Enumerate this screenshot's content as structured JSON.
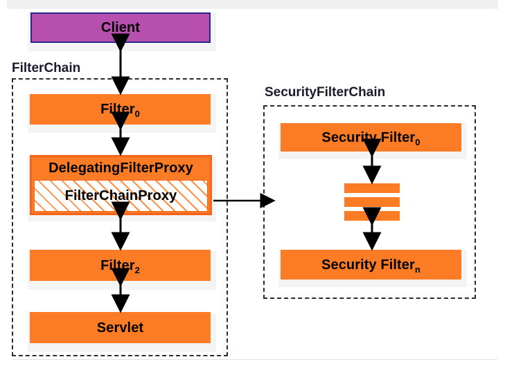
{
  "diagram": {
    "title_client": "Client",
    "groups": [
      {
        "key": "filterchain",
        "label": "FilterChain"
      },
      {
        "key": "securityfilterchain",
        "label": "SecurityFilterChain"
      }
    ],
    "colors": {
      "filter_orange": "#fb7c24",
      "filter_orange_border": "#f4641a",
      "client_purple": "#b64fae",
      "client_border": "#26278c",
      "shadow_gray": "#c2c2c2",
      "frame_dash": "#2b2b2b",
      "page_band": "#f0f0f0",
      "hatch_fill": "#ffffff"
    },
    "left_column": {
      "client": "Client",
      "filter0_base": "Filter",
      "filter0_sub": "0",
      "delegating": "DelegatingFilterProxy",
      "filterchainproxy": "FilterChainProxy",
      "filter2_base": "Filter",
      "filter2_sub": "2",
      "servlet": "Servlet"
    },
    "right_column": {
      "security_filter_first_base": "Security Filter",
      "security_filter_first_sub": "0",
      "security_filter_last_base": "Security Filter",
      "security_filter_last_sub": "n",
      "ellipsis_bars": 3
    },
    "connections": [
      {
        "from": "Client",
        "to": "Filter0",
        "type": "bidirectional"
      },
      {
        "from": "Filter0",
        "to": "DelegatingFilterProxy",
        "type": "bidirectional"
      },
      {
        "from": "FilterChainProxy",
        "to": "Filter2",
        "type": "bidirectional"
      },
      {
        "from": "Filter2",
        "to": "Servlet",
        "type": "bidirectional"
      },
      {
        "from": "FilterChainProxy",
        "to": "SecurityFilterChain",
        "type": "directional"
      },
      {
        "from": "Security Filter0",
        "to": "ellipsis",
        "type": "bidirectional"
      },
      {
        "from": "ellipsis",
        "to": "Security Filtern",
        "type": "bidirectional"
      }
    ]
  }
}
